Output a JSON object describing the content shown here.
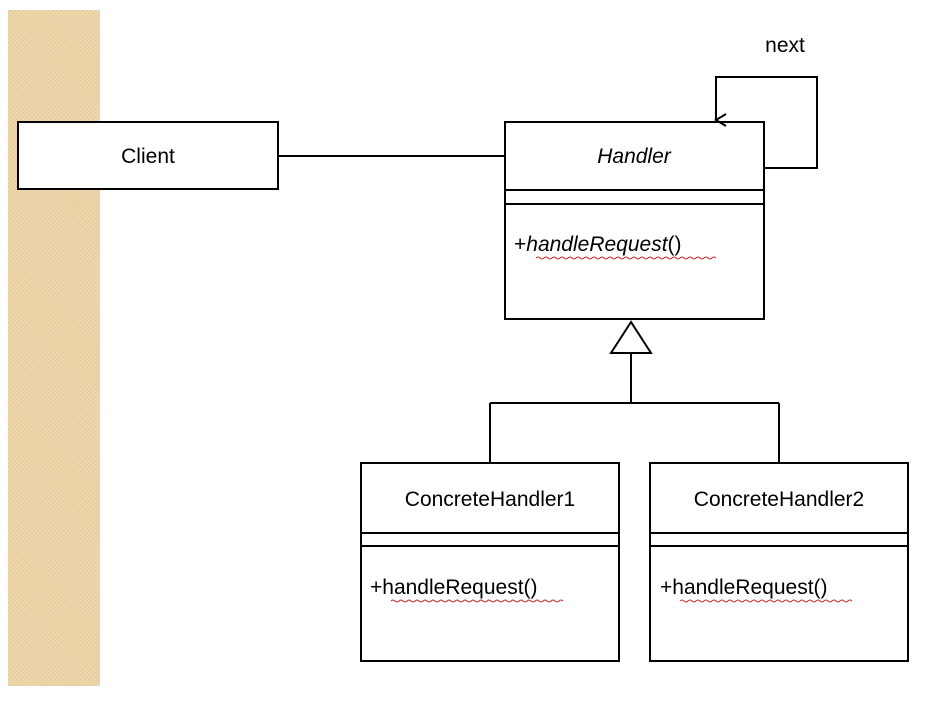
{
  "diagram": {
    "client": {
      "name": "Client"
    },
    "handler": {
      "name": "Handler",
      "operation_prefix": "+",
      "operation_name": "handleRequest",
      "operation_suffix": "()"
    },
    "self_association": {
      "label": "next"
    },
    "concrete_handlers": [
      {
        "name": "ConcreteHandler1",
        "operation": "+handleRequest()"
      },
      {
        "name": "ConcreteHandler2",
        "operation": "+handleRequest()"
      }
    ]
  },
  "colors": {
    "strip": "#ecd3a6",
    "line": "#000000",
    "spellcheck": "#d12a2a"
  }
}
